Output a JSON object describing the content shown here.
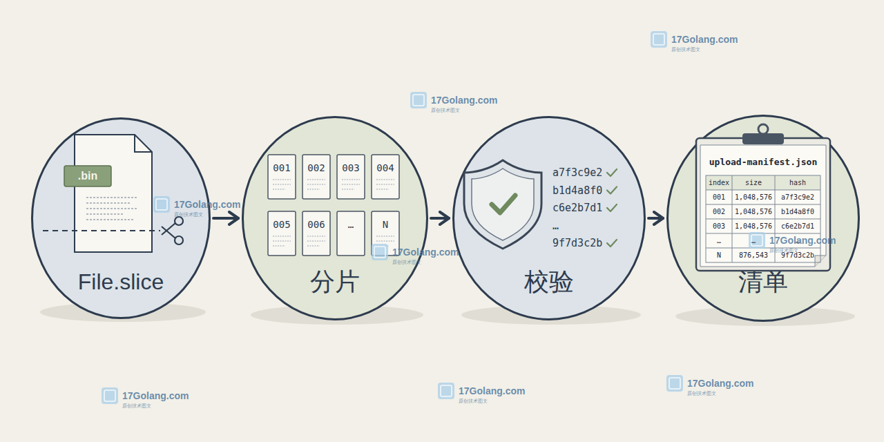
{
  "diagram": {
    "nodes": [
      {
        "text": [
          "File.slice"
        ]
      },
      {
        "text": [
          "分片"
        ]
      },
      {
        "text": [
          "校验"
        ]
      },
      {
        "text": [
          "清单"
        ]
      }
    ],
    "edges": [
      {
        "from": 0,
        "to": 1,
        "arrow": "to"
      },
      {
        "from": 1,
        "to": 2,
        "arrow": "to"
      },
      {
        "from": 2,
        "to": 3,
        "arrow": "to"
      }
    ],
    "labels": [
      ".bin",
      "001",
      "002",
      "003",
      "004",
      "005",
      "006",
      "…",
      "N",
      "a7f3c9e2",
      "b1d4a8f0",
      "c6e2b7d1",
      "…",
      "9f7d3c2b",
      "upload-manifest.json",
      "index",
      "size",
      "hash",
      "001",
      "1,048,576",
      "a7f3c9e2",
      "002",
      "1,048,576",
      "b1d4a8f0",
      "003",
      "1,048,576",
      "c6e2b7d1",
      "…",
      "…",
      "…",
      "N",
      "876,543",
      "9f7d3c2b",
      "17Golang.com",
      "原创技术图文",
      "17Golang.com",
      "原创技术图文",
      "17Golang.com",
      "原创技术图文",
      "17Golang.com",
      "原创技术图文",
      "17Golang.com",
      "原创技术图文",
      "17Golang.com",
      "原创技术图文",
      "17Golang.com",
      "原创技术图文",
      "17Golang.com",
      "原创技术图文"
    ]
  }
}
